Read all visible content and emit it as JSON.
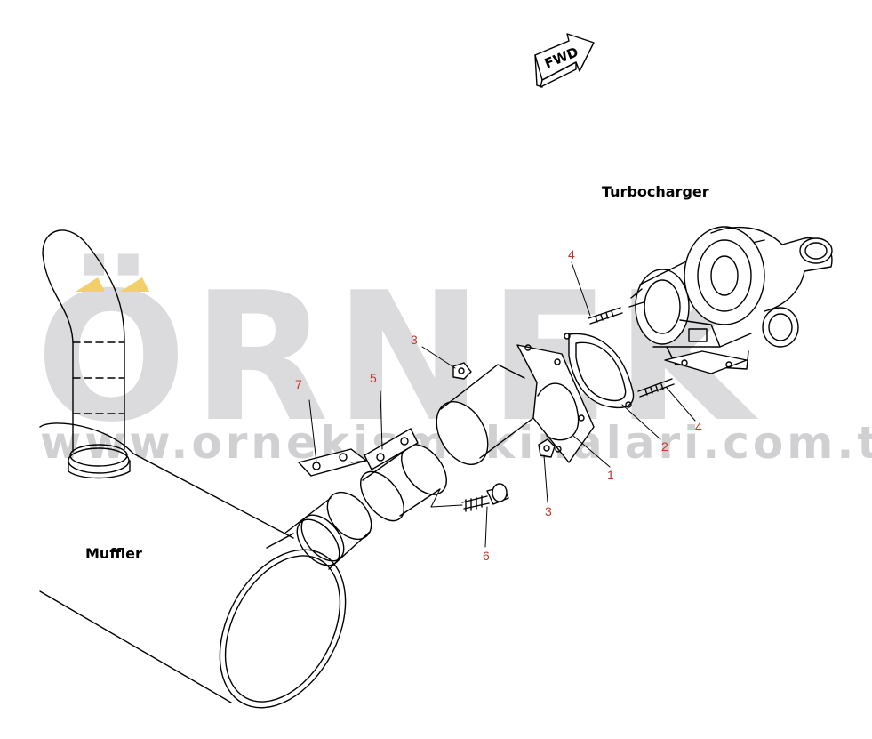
{
  "watermark": {
    "brand": "ÖRNEK",
    "url": "www.ornekismakinalari.com.tr",
    "accent_color": "#f2cf6a"
  },
  "fwd_arrow": {
    "label": "FWD"
  },
  "labels": {
    "turbocharger": "Turbocharger",
    "muffler": "Muffler"
  },
  "callouts": [
    "1",
    "2",
    "3",
    "3",
    "4",
    "4",
    "5",
    "6",
    "7"
  ],
  "colors": {
    "lines": "#000000",
    "callout_text": "#c0392b",
    "watermark": "#d3d3d6"
  }
}
